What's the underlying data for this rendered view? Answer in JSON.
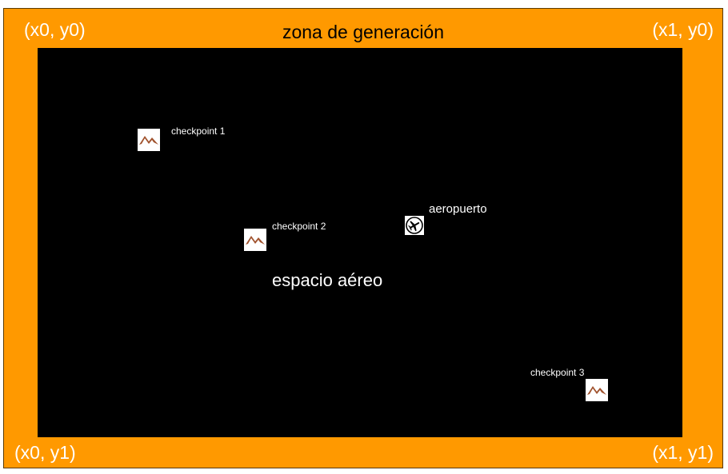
{
  "zone": {
    "title": "zona de generación",
    "corners": {
      "top_left": "(x0, y0)",
      "top_right": "(x1, y0)",
      "bottom_left": "(x0, y1)",
      "bottom_right": "(x1, y1)"
    }
  },
  "airspace": {
    "label": "espacio aéreo"
  },
  "airport": {
    "label": "aeropuerto",
    "icon": "airplane-icon"
  },
  "checkpoints": [
    {
      "label": "checkpoint 1",
      "icon": "mountain-icon"
    },
    {
      "label": "checkpoint 2",
      "icon": "mountain-icon"
    },
    {
      "label": "checkpoint 3",
      "icon": "mountain-icon"
    }
  ],
  "colors": {
    "zone": "#ff9900",
    "airspace": "#000000",
    "mountain": "#a0522d"
  }
}
